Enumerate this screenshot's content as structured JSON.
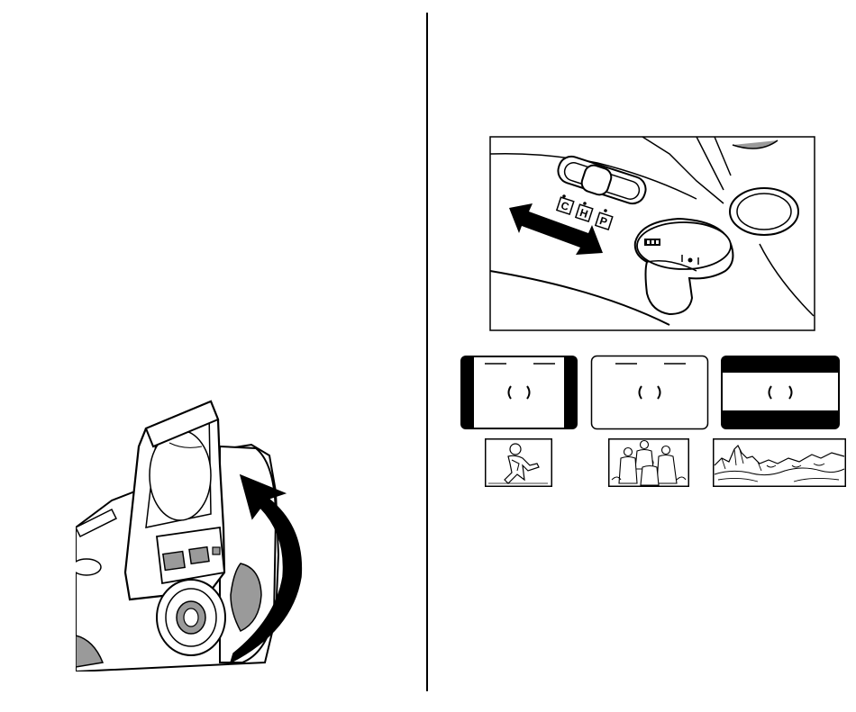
{
  "mode_switch": {
    "labels": [
      "C",
      "H",
      "P"
    ],
    "selected": "H"
  },
  "colors": {
    "ink": "#000000",
    "paper": "#ffffff",
    "shade": "#9a9a9a"
  },
  "icons": {
    "open_arrow": "curved-arrow-icon",
    "slide_arrow": "double-arrow-icon",
    "battery": "battery-icon",
    "flash": "flash-icon"
  },
  "viewfinders": [
    {
      "mode": "C"
    },
    {
      "mode": "H"
    },
    {
      "mode": "P"
    }
  ]
}
